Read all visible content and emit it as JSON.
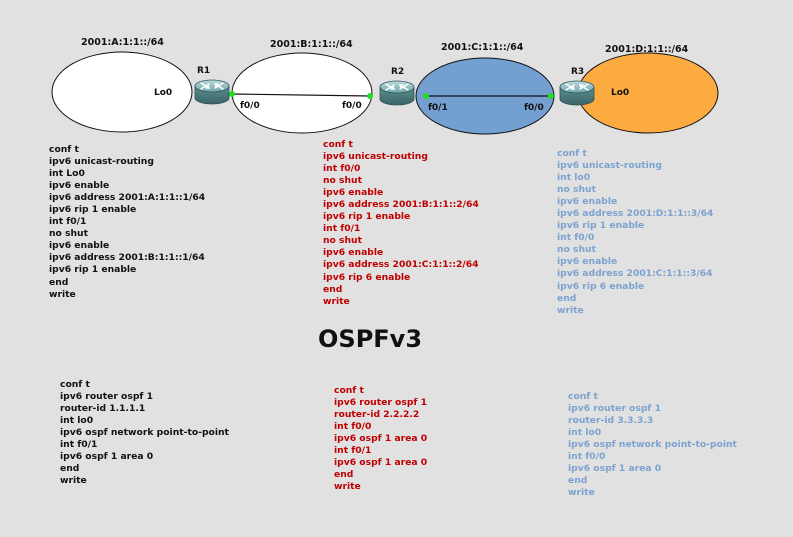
{
  "diagram": {
    "networks": {
      "net_a": "2001:A:1:1::/64",
      "net_b": "2001:B:1:1::/64",
      "net_c": "2001:C:1:1::/64",
      "net_d": "2001:D:1:1::/64"
    },
    "routers": {
      "r1": "R1",
      "r2": "R2",
      "r3": "R3"
    },
    "interfaces": {
      "r1_lo": "Lo0",
      "r1_f00": "f0/0",
      "r2_f00": "f0/0",
      "r2_f01": "f0/1",
      "r3_f00": "f0/0",
      "r3_lo": "Lo0"
    },
    "colors": {
      "net_a": "#ffffff",
      "net_b": "#ffffff",
      "net_c": "#739fd1",
      "net_d": "#fbab40",
      "link_dot": "#22dd22"
    }
  },
  "ripng": {
    "r1": [
      "conf t",
      "ipv6 unicast-routing",
      "int Lo0",
      "ipv6 enable",
      "ipv6 address 2001:A:1:1::1/64",
      "ipv6 rip 1 enable",
      "int f0/1",
      "no shut",
      "ipv6 enable",
      "ipv6 address 2001:B:1:1::1/64",
      "ipv6 rip 1 enable",
      "end",
      "write"
    ],
    "r2": [
      "conf t",
      "ipv6 unicast-routing",
      "int f0/0",
      "no shut",
      "ipv6 enable",
      "ipv6 address 2001:B:1:1::2/64",
      "ipv6 rip 1 enable",
      "int f0/1",
      "no shut",
      "ipv6 enable",
      "ipv6 address 2001:C:1:1::2/64",
      "ipv6 rip 6 enable",
      "end",
      "write"
    ],
    "r3": [
      "conf t",
      "ipv6 unicast-routing",
      "int lo0",
      "no shut",
      "ipv6 enable",
      "ipv6 address 2001:D:1:1::3/64",
      "ipv6 rip 1 enable",
      "int f0/0",
      "no shut",
      "ipv6 enable",
      "ipv6 address 2001:C:1:1::3/64",
      "ipv6 rip 6 enable",
      "end",
      "write"
    ]
  },
  "section_title": "OSPFv3",
  "ospf": {
    "r1": [
      "conf t",
      "ipv6 router ospf 1",
      "router-id 1.1.1.1",
      "int lo0",
      "ipv6 ospf network point-to-point",
      "int f0/1",
      "ipv6 ospf 1 area 0",
      "end",
      "write"
    ],
    "r2": [
      "conf t",
      "ipv6 router ospf 1",
      "router-id 2.2.2.2",
      "int f0/0",
      "ipv6 ospf 1 area 0",
      "int f0/1",
      "ipv6 ospf 1 area 0",
      "end",
      "write"
    ],
    "r3": [
      "conf t",
      "ipv6 router ospf 1",
      "router-id 3.3.3.3",
      "int lo0",
      "ipv6 ospf network point-to-point",
      "int f0/0",
      "ipv6 ospf 1 area 0",
      "end",
      "write"
    ]
  }
}
